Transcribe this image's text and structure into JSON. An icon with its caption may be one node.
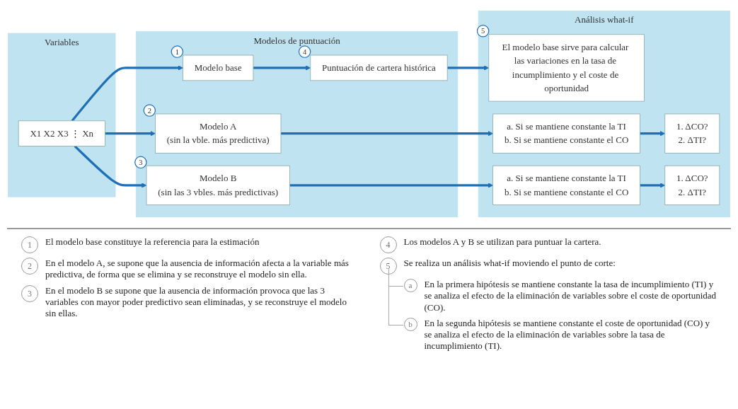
{
  "diagram": {
    "nodes": [
      {
        "text": [
          "Variables"
        ]
      },
      {
        "text": [
          "X1 X2 X3 ⋮ Xn"
        ],
        "in": 0
      },
      {
        "text": [
          "Modelos de puntuación"
        ]
      },
      {
        "text": [
          "Modelo base"
        ],
        "in": 2,
        "beside": [
          "1"
        ]
      },
      {
        "text": [
          "Modelo A",
          "(sin la vble. más predictiva)"
        ],
        "in": 2,
        "beside": [
          "2"
        ]
      },
      {
        "text": [
          "Modelo B",
          "(sin las 3 vbles. más predictivas)"
        ],
        "in": 2,
        "beside": [
          "3"
        ]
      },
      {
        "text": [
          "Puntuación de cartera histórica"
        ],
        "in": 2,
        "beside": [
          "4"
        ]
      },
      {
        "text": [
          "Análisis what-if"
        ]
      },
      {
        "text": [
          "El modelo base sirve para calcular las variaciones en la tasa de incumplimiento y el coste de oportunidad"
        ],
        "in": 7,
        "beside": [
          "5"
        ]
      },
      {
        "text": [
          "a. Si se mantiene constante la TI",
          "b. Si se mantiene constante el CO"
        ],
        "in": 7
      },
      {
        "text": [
          "1. ΔCO?",
          "2. ΔTI?"
        ],
        "in": 7
      },
      {
        "text": [
          "a. Si se mantiene constante la TI",
          "b. Si se mantiene constante el CO"
        ],
        "in": 7
      },
      {
        "text": [
          "1. ΔCO?",
          "2. ΔTI?"
        ],
        "in": 7
      }
    ],
    "edges": [
      {
        "from": 1,
        "to": 3,
        "arrow": "to"
      },
      {
        "from": 1,
        "to": 4,
        "arrow": "to"
      },
      {
        "from": 1,
        "to": 5,
        "arrow": "to"
      },
      {
        "from": 3,
        "to": 6,
        "arrow": "to"
      },
      {
        "from": 6,
        "to": 8,
        "arrow": "to"
      },
      {
        "from": 4,
        "to": 9,
        "arrow": "to"
      },
      {
        "from": 5,
        "to": 11,
        "arrow": "to"
      },
      {
        "from": 9,
        "to": 10,
        "arrow": "to"
      },
      {
        "from": 11,
        "to": 12,
        "arrow": "to"
      }
    ],
    "labels": [
      "1",
      "El modelo base constituye la referencia para la estimación",
      "2",
      "En el modelo A, se supone que la ausencia de información afecta a la variable más predictiva, de forma que se elimina y se reconstruye el modelo sin ella.",
      "3",
      "En el modelo B se supone que la ausencia de información provoca que las 3 variables con mayor poder predictivo sean eliminadas, y se reconstruye el modelo sin ellas.",
      "4",
      "Los modelos A y B se utilizan para puntuar la cartera.",
      "5",
      "Se realiza un análisis what-if moviendo el punto de corte:",
      "a",
      "En la primera hipótesis se mantiene constante la tasa de incumplimiento (TI) y se analiza el efecto de la eliminación de variables sobre el coste de oportunidad (CO).",
      "b",
      "En la segunda hipótesis se mantiene constante el coste de oportunidad (CO) y se analiza el efecto de la eliminación de variables sobre la tasa de incumplimiento (TI)."
    ]
  }
}
